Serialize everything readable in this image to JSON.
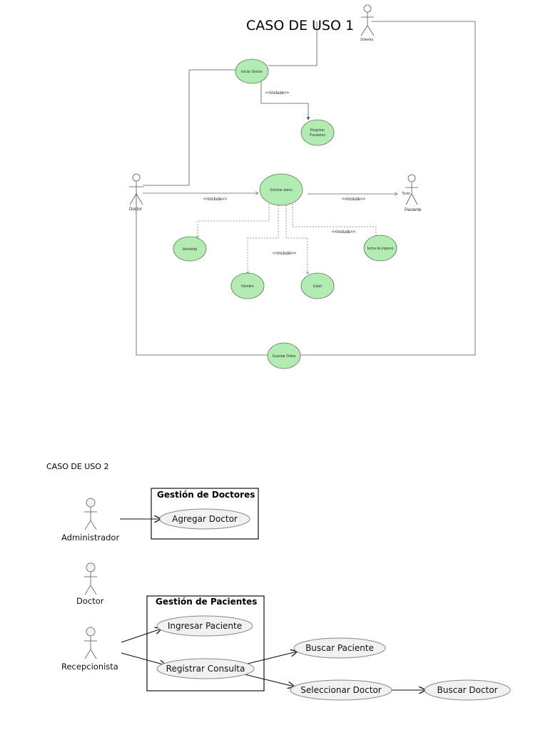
{
  "diagram1": {
    "title": "CASO DE USO 1",
    "actors": {
      "sistema": "Sistema",
      "doctor": "Doctor",
      "paciente": "Paciente",
      "paciente_extra": "Texto"
    },
    "use_cases": {
      "iniciar_sesion": "Iniciar Sesion",
      "registrar_pacientes_1": "Registrar",
      "registrar_pacientes_2": "Pacientes",
      "solicitar_datos": "Solicitar datos",
      "identidad": "Identidad",
      "nombre": "Nombre",
      "edad": "Edad",
      "fecha_ingreso": "fecha de ingreso",
      "guardar_datos": "Guardar Datos"
    },
    "include_label": "<<include>>"
  },
  "diagram2": {
    "title": "CASO DE USO 2",
    "packages": {
      "doctores": "Gestión de Doctores",
      "pacientes": "Gestión de Pacientes"
    },
    "actors": {
      "administrador": "Administrador",
      "doctor": "Doctor",
      "recepcionista": "Recepcionista"
    },
    "use_cases": {
      "agregar_doctor": "Agregar Doctor",
      "ingresar_paciente": "Ingresar Paciente",
      "registrar_consulta": "Registrar Consulta",
      "buscar_paciente": "Buscar Paciente",
      "seleccionar_doctor": "Seleccionar Doctor",
      "buscar_doctor": "Buscar Doctor"
    }
  },
  "colors": {
    "usecase_green": "#b3ecb3",
    "usecase_green_stroke": "#5a7a5a",
    "usecase_gray": "#f1f1f1",
    "line": "#444444"
  }
}
